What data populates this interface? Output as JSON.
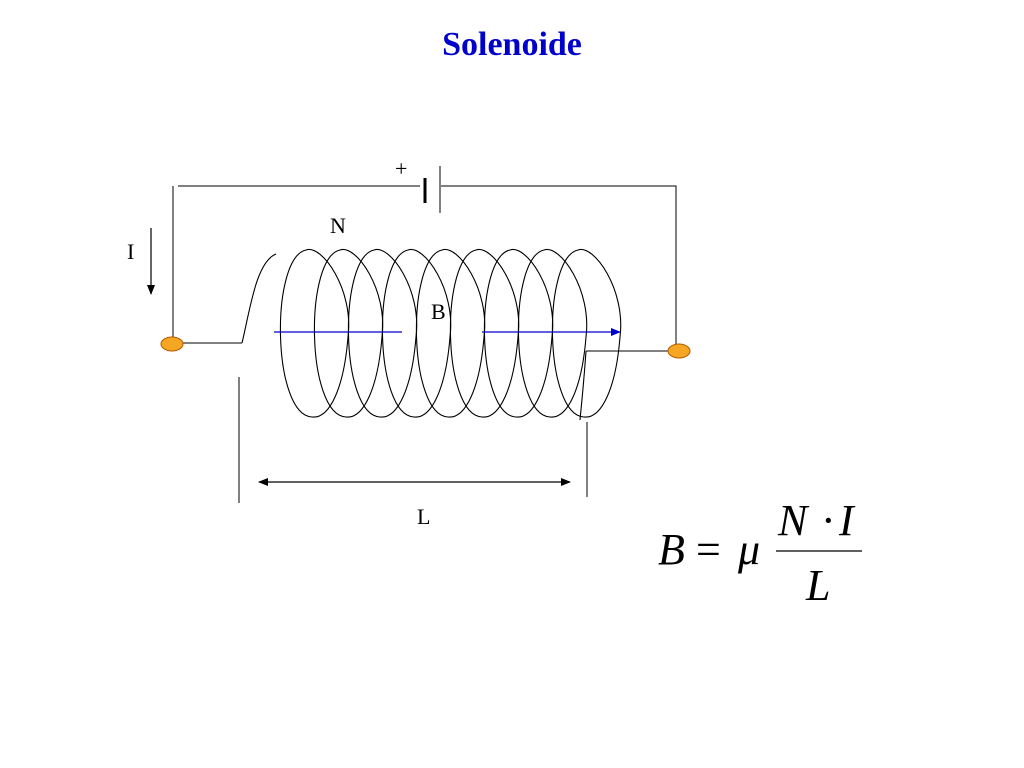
{
  "slide": {
    "title": "Solenoide",
    "title_color": "#0000cc"
  },
  "diagram": {
    "labels": {
      "battery_plus": "+",
      "current": "I",
      "turns": "N",
      "field": "B",
      "length": "L"
    },
    "colors": {
      "wire": "#000000",
      "terminal_fill": "#f5a623",
      "terminal_stroke": "#b35a00",
      "field_arrow": "#0000cc"
    }
  },
  "formula": {
    "lhs": "B",
    "equals": "=",
    "mu": "μ",
    "numerator_n": "N",
    "numerator_dot": "·",
    "numerator_i": "I",
    "denominator": "L"
  }
}
